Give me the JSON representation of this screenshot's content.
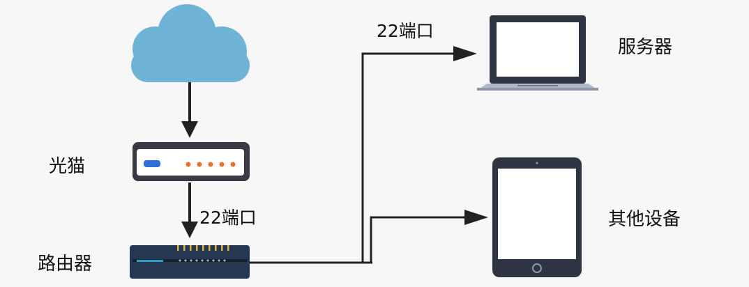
{
  "diagram": {
    "nodes": {
      "internet": {
        "icon": "cloud-icon"
      },
      "modem": {
        "label": "光猫",
        "icon": "modem-icon"
      },
      "router": {
        "label": "路由器",
        "icon": "router-icon"
      },
      "server": {
        "label": "服务器",
        "icon": "laptop-icon"
      },
      "other": {
        "label": "其他设备",
        "icon": "tablet-icon"
      }
    },
    "edges": {
      "modem_to_router": {
        "label": "22端口"
      },
      "router_to_server": {
        "label": "22端口"
      }
    }
  },
  "colors": {
    "cloud": "#6fb4d6",
    "device_dark": "#3b3944",
    "router_body": "#263752",
    "screen_bezel": "#2e3542",
    "led_orange": "#e5732f",
    "led_blue": "#2f6fd6",
    "line": "#222222"
  }
}
